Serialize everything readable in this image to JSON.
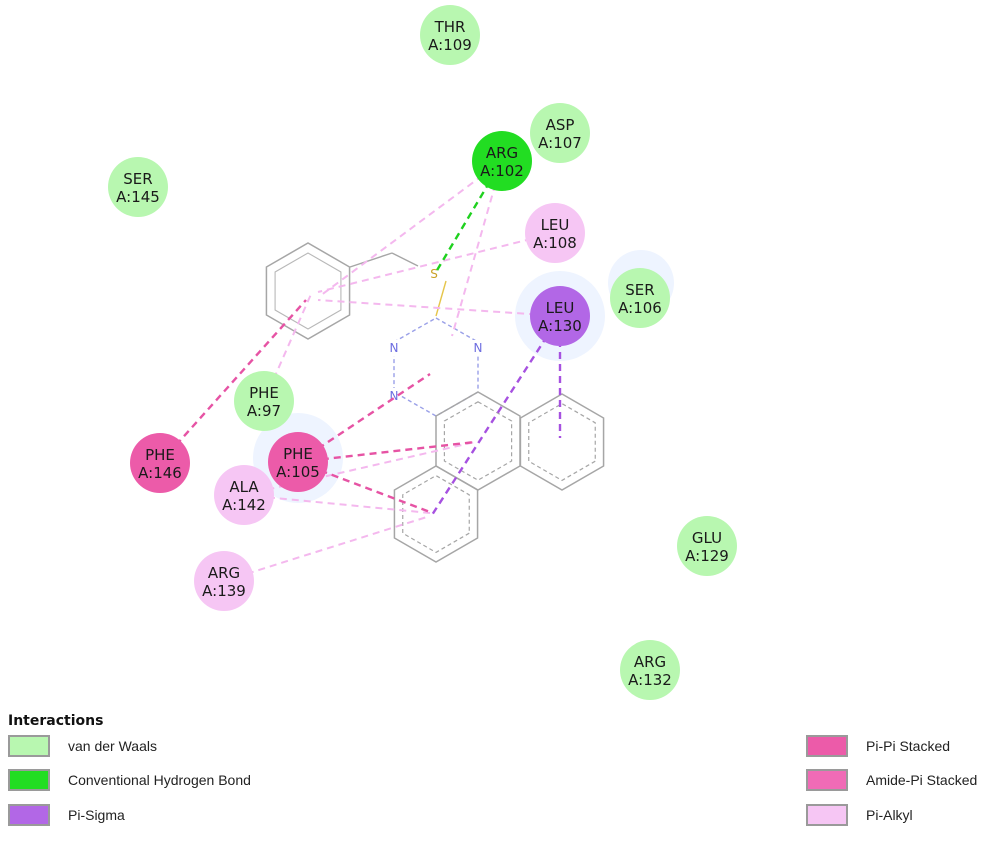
{
  "colors": {
    "van_der_waals": "#b8f7b0",
    "conventional_hydrogen_bond": "#22dd22",
    "pi_sigma": "#b267e6",
    "pi_pi_stacked": "#ec5ba9",
    "amide_pi_stacked": "#f06bb6",
    "pi_alkyl": "#f6c6f4"
  },
  "residues": [
    {
      "id": "thr109",
      "name": "THR",
      "num": "A:109",
      "type": "van_der_waals"
    },
    {
      "id": "asp107",
      "name": "ASP",
      "num": "A:107",
      "type": "van_der_waals"
    },
    {
      "id": "arg102",
      "name": "ARG",
      "num": "A:102",
      "type": "conventional_hydrogen_bond"
    },
    {
      "id": "ser145",
      "name": "SER",
      "num": "A:145",
      "type": "van_der_waals"
    },
    {
      "id": "leu108",
      "name": "LEU",
      "num": "A:108",
      "type": "pi_alkyl"
    },
    {
      "id": "ser106",
      "name": "SER",
      "num": "A:106",
      "type": "van_der_waals"
    },
    {
      "id": "leu130",
      "name": "LEU",
      "num": "A:130",
      "type": "pi_sigma"
    },
    {
      "id": "phe97",
      "name": "PHE",
      "num": "A:97",
      "type": "van_der_waals"
    },
    {
      "id": "phe146",
      "name": "PHE",
      "num": "A:146",
      "type": "pi_pi_stacked"
    },
    {
      "id": "phe105",
      "name": "PHE",
      "num": "A:105",
      "type": "pi_pi_stacked"
    },
    {
      "id": "ala142",
      "name": "ALA",
      "num": "A:142",
      "type": "pi_alkyl"
    },
    {
      "id": "glu129",
      "name": "GLU",
      "num": "A:129",
      "type": "van_der_waals"
    },
    {
      "id": "arg139",
      "name": "ARG",
      "num": "A:139",
      "type": "pi_alkyl"
    },
    {
      "id": "arg132",
      "name": "ARG",
      "num": "A:132",
      "type": "van_der_waals"
    }
  ],
  "atoms": {
    "sulfur": "S",
    "nitrogen": "N"
  },
  "legend": {
    "title": "Interactions",
    "items": [
      {
        "type": "van_der_waals",
        "label": "van der Waals"
      },
      {
        "type": "conventional_hydrogen_bond",
        "label": "Conventional Hydrogen Bond"
      },
      {
        "type": "pi_sigma",
        "label": "Pi-Sigma"
      },
      {
        "type": "pi_pi_stacked",
        "label": "Pi-Pi Stacked"
      },
      {
        "type": "amide_pi_stacked",
        "label": "Amide-Pi Stacked"
      },
      {
        "type": "pi_alkyl",
        "label": "Pi-Alkyl"
      }
    ]
  }
}
